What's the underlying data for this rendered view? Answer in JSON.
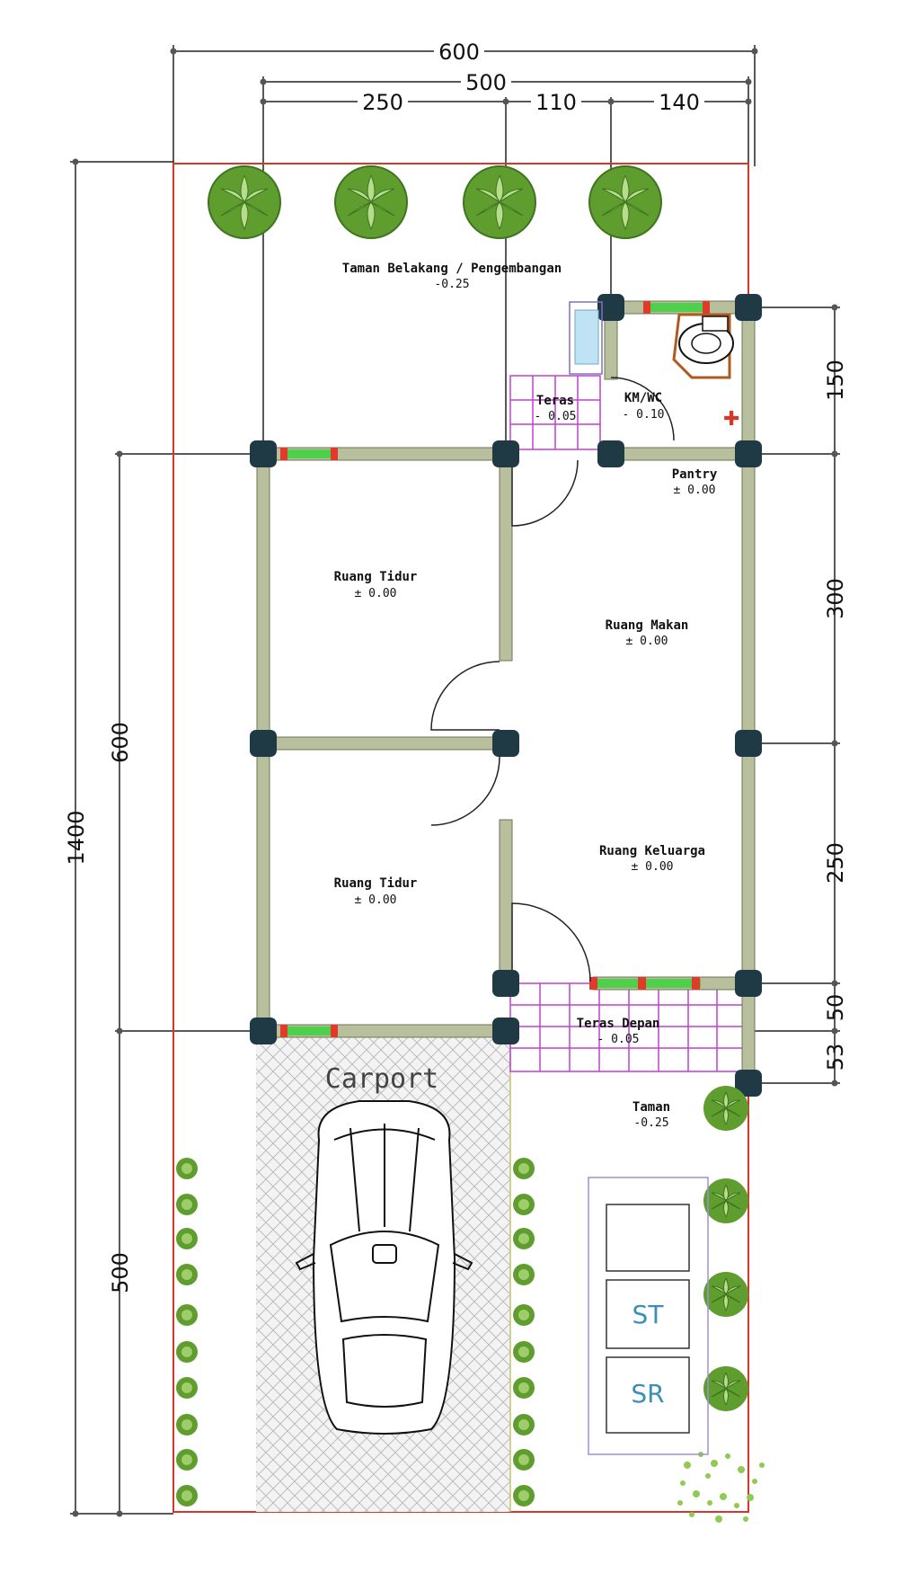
{
  "dimensions": {
    "top_total": "600",
    "top_inner": "500",
    "top_seg1": "250",
    "top_seg2": "110",
    "top_seg3": "140",
    "left_total": "1400",
    "left_upper": "600",
    "left_lower": "500",
    "right_1": "150",
    "right_2": "300",
    "right_3": "250",
    "right_4": "50",
    "right_5": "53"
  },
  "rooms": {
    "taman_belakang": {
      "name": "Taman Belakang / Pengembangan",
      "level": "-0.25"
    },
    "teras": {
      "name": "Teras",
      "level": "- 0.05"
    },
    "kmwc": {
      "name": "KM/WC",
      "level": "- 0.10"
    },
    "pantry": {
      "name": "Pantry",
      "level": "± 0.00"
    },
    "ruang_tidur_1": {
      "name": "Ruang Tidur",
      "level": "± 0.00"
    },
    "ruang_makan": {
      "name": "Ruang Makan",
      "level": "± 0.00"
    },
    "ruang_tidur_2": {
      "name": "Ruang Tidur",
      "level": "± 0.00"
    },
    "ruang_keluarga": {
      "name": "Ruang Keluarga",
      "level": "± 0.00"
    },
    "teras_depan": {
      "name": "Teras Depan",
      "level": "- 0.05"
    },
    "carport": {
      "name": "Carport"
    },
    "taman": {
      "name": "Taman",
      "level": "-0.25"
    }
  },
  "meters": {
    "st": "ST",
    "sr": "SR"
  },
  "colors": {
    "boundary": "#d9362b",
    "wall": "#b7bf9c",
    "column": "#1f3a44",
    "tree": "#5a9b2e",
    "tile": "#c040d0",
    "door": "#222222",
    "meter_box": "#9f8fd6"
  }
}
